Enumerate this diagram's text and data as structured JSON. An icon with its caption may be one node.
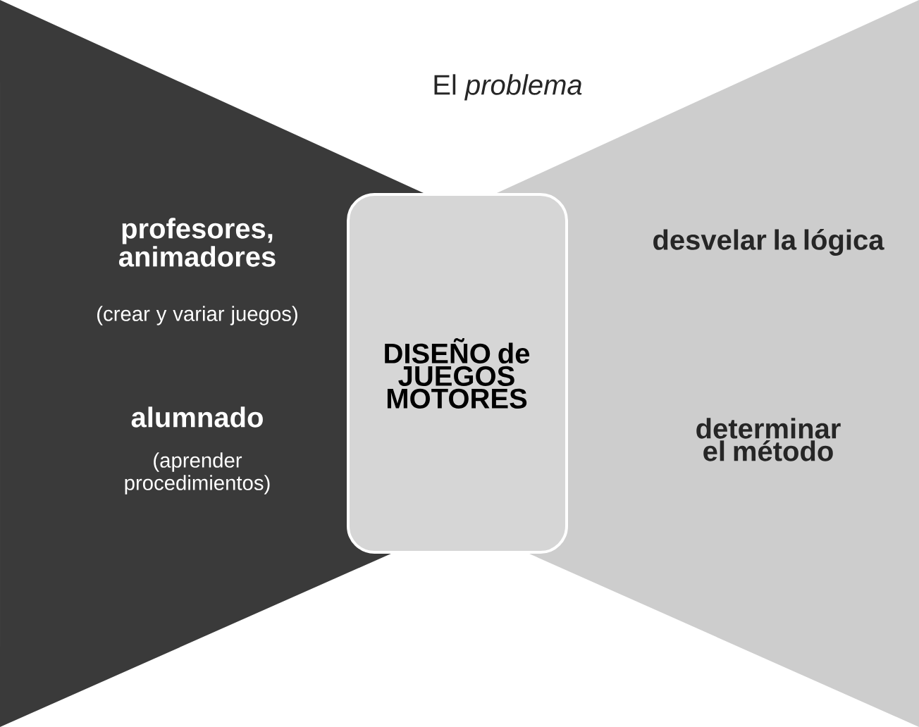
{
  "diagram": {
    "title": "El *problema*",
    "nodes": [
      {
        "text": [
          "profesores, animadores",
          "(crear y variar juegos)",
          "alumnado",
          "(aprender procedimientos)"
        ]
      },
      {
        "text": [
          "DISEÑO de JUEGOS MOTORES"
        ]
      },
      {
        "text": [
          "desvelar la lógica",
          "determinar el método"
        ]
      }
    ]
  }
}
